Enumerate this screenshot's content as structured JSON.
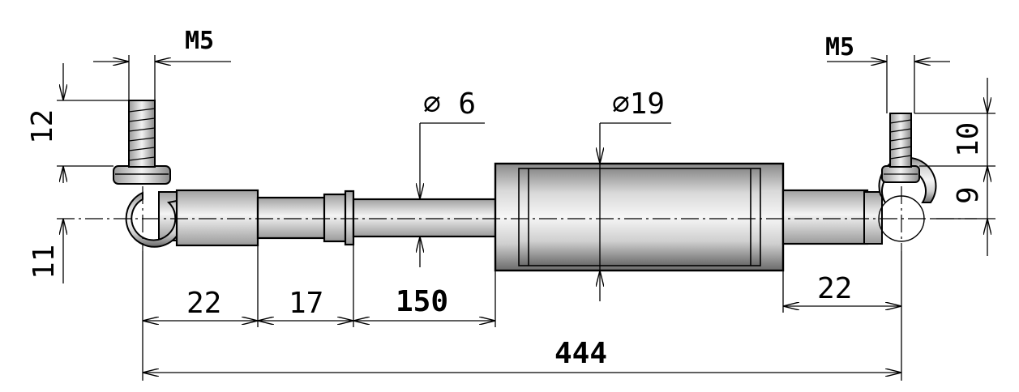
{
  "thread_left": "M5",
  "thread_right": "M5",
  "dia_rod": "⌀ 6",
  "dia_cyl": "⌀19",
  "dim_12": "12",
  "dim_11": "11",
  "dim_10": "10",
  "dim_9": "9",
  "dim_22_left": "22",
  "dim_17": "17",
  "dim_150": "150",
  "dim_22_right": "22",
  "dim_444": "444",
  "colors": {
    "line": "#000000",
    "metal_dark": "#6e6e6e",
    "metal_light": "#f2f2f2"
  }
}
